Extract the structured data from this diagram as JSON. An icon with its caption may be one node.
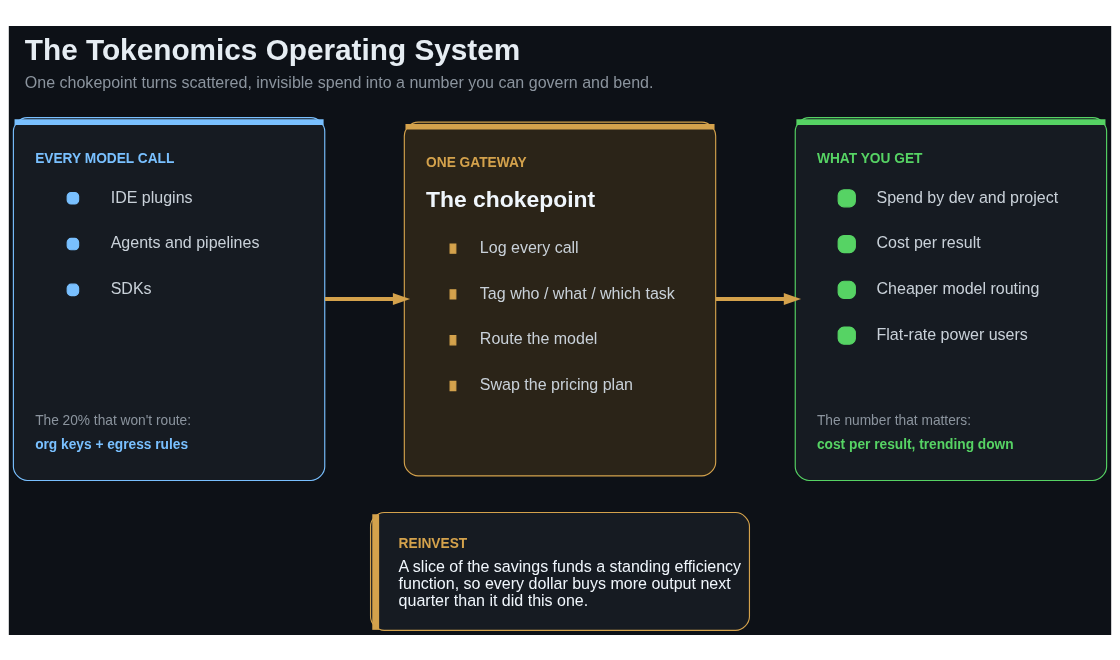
{
  "diagram": {
    "title": "The Tokenomics Operating System",
    "caption": "One chokepoint turns scattered, invisible spend into a number you can govern and bend.",
    "nodes": [
      {
        "text": [
          "EVERY MODEL CALL",
          "IDE plugins",
          "Agents and pipelines",
          "SDKs",
          "The 20% that won't route:",
          "org keys + egress rules"
        ]
      },
      {
        "text": [
          "ONE GATEWAY",
          "The chokepoint",
          "Log every call",
          "Tag who / what / which task",
          "Route the model",
          "Swap the pricing plan"
        ]
      },
      {
        "text": [
          "WHAT YOU GET",
          "Spend by dev and project",
          "Cost per result",
          "Cheaper model routing",
          "Flat-rate power users",
          "The number that matters:",
          "cost per result, trending down"
        ]
      },
      {
        "text": [
          "REINVEST",
          "A slice of the savings funds a standing efficiency function, so every dollar buys more output next quarter than it did this one."
        ]
      }
    ],
    "edges": [
      {
        "from": 0,
        "to": 1,
        "arrow": "to"
      },
      {
        "from": 1,
        "to": 2,
        "arrow": "to"
      }
    ]
  }
}
